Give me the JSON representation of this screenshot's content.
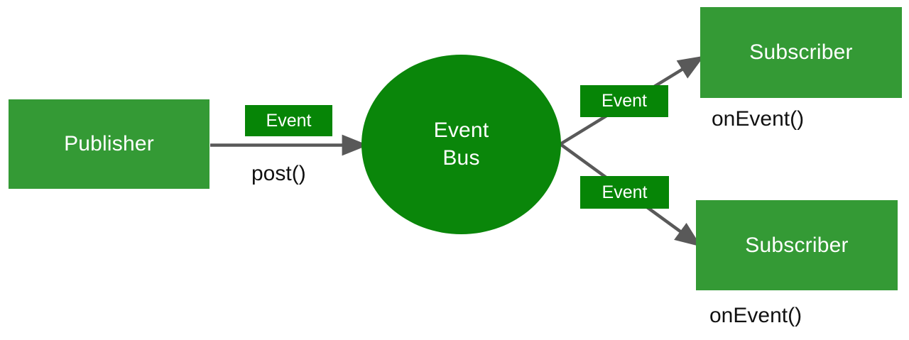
{
  "diagram": {
    "title": "Event Bus publish-subscribe diagram",
    "colors": {
      "node_green": "#349A35",
      "chip_green": "#068506",
      "circle_green": "#0A860A",
      "arrow_gray": "#595959",
      "label_text": "#111111",
      "node_text": "#ffffff",
      "background": "#ffffff"
    },
    "nodes": {
      "publisher": {
        "label": "Publisher"
      },
      "event_bus": {
        "line1": "Event",
        "line2": "Bus"
      },
      "subscriber_top": {
        "label": "Subscriber"
      },
      "subscriber_bottom": {
        "label": "Subscriber"
      }
    },
    "chips": {
      "event_post": {
        "label": "Event"
      },
      "event_top": {
        "label": "Event"
      },
      "event_bottom": {
        "label": "Event"
      }
    },
    "captions": {
      "post": {
        "label": "post()"
      },
      "on_event_top": {
        "label": "onEvent()"
      },
      "on_event_bottom": {
        "label": "onEvent()"
      }
    },
    "edges": [
      {
        "name": "publisher-to-bus",
        "from": "publisher",
        "to": "event_bus",
        "label": "post()"
      },
      {
        "name": "bus-to-subscriber-top",
        "from": "event_bus",
        "to": "subscriber_top",
        "label": "Event"
      },
      {
        "name": "bus-to-subscriber-bottom",
        "from": "event_bus",
        "to": "subscriber_bottom",
        "label": "Event"
      }
    ]
  }
}
